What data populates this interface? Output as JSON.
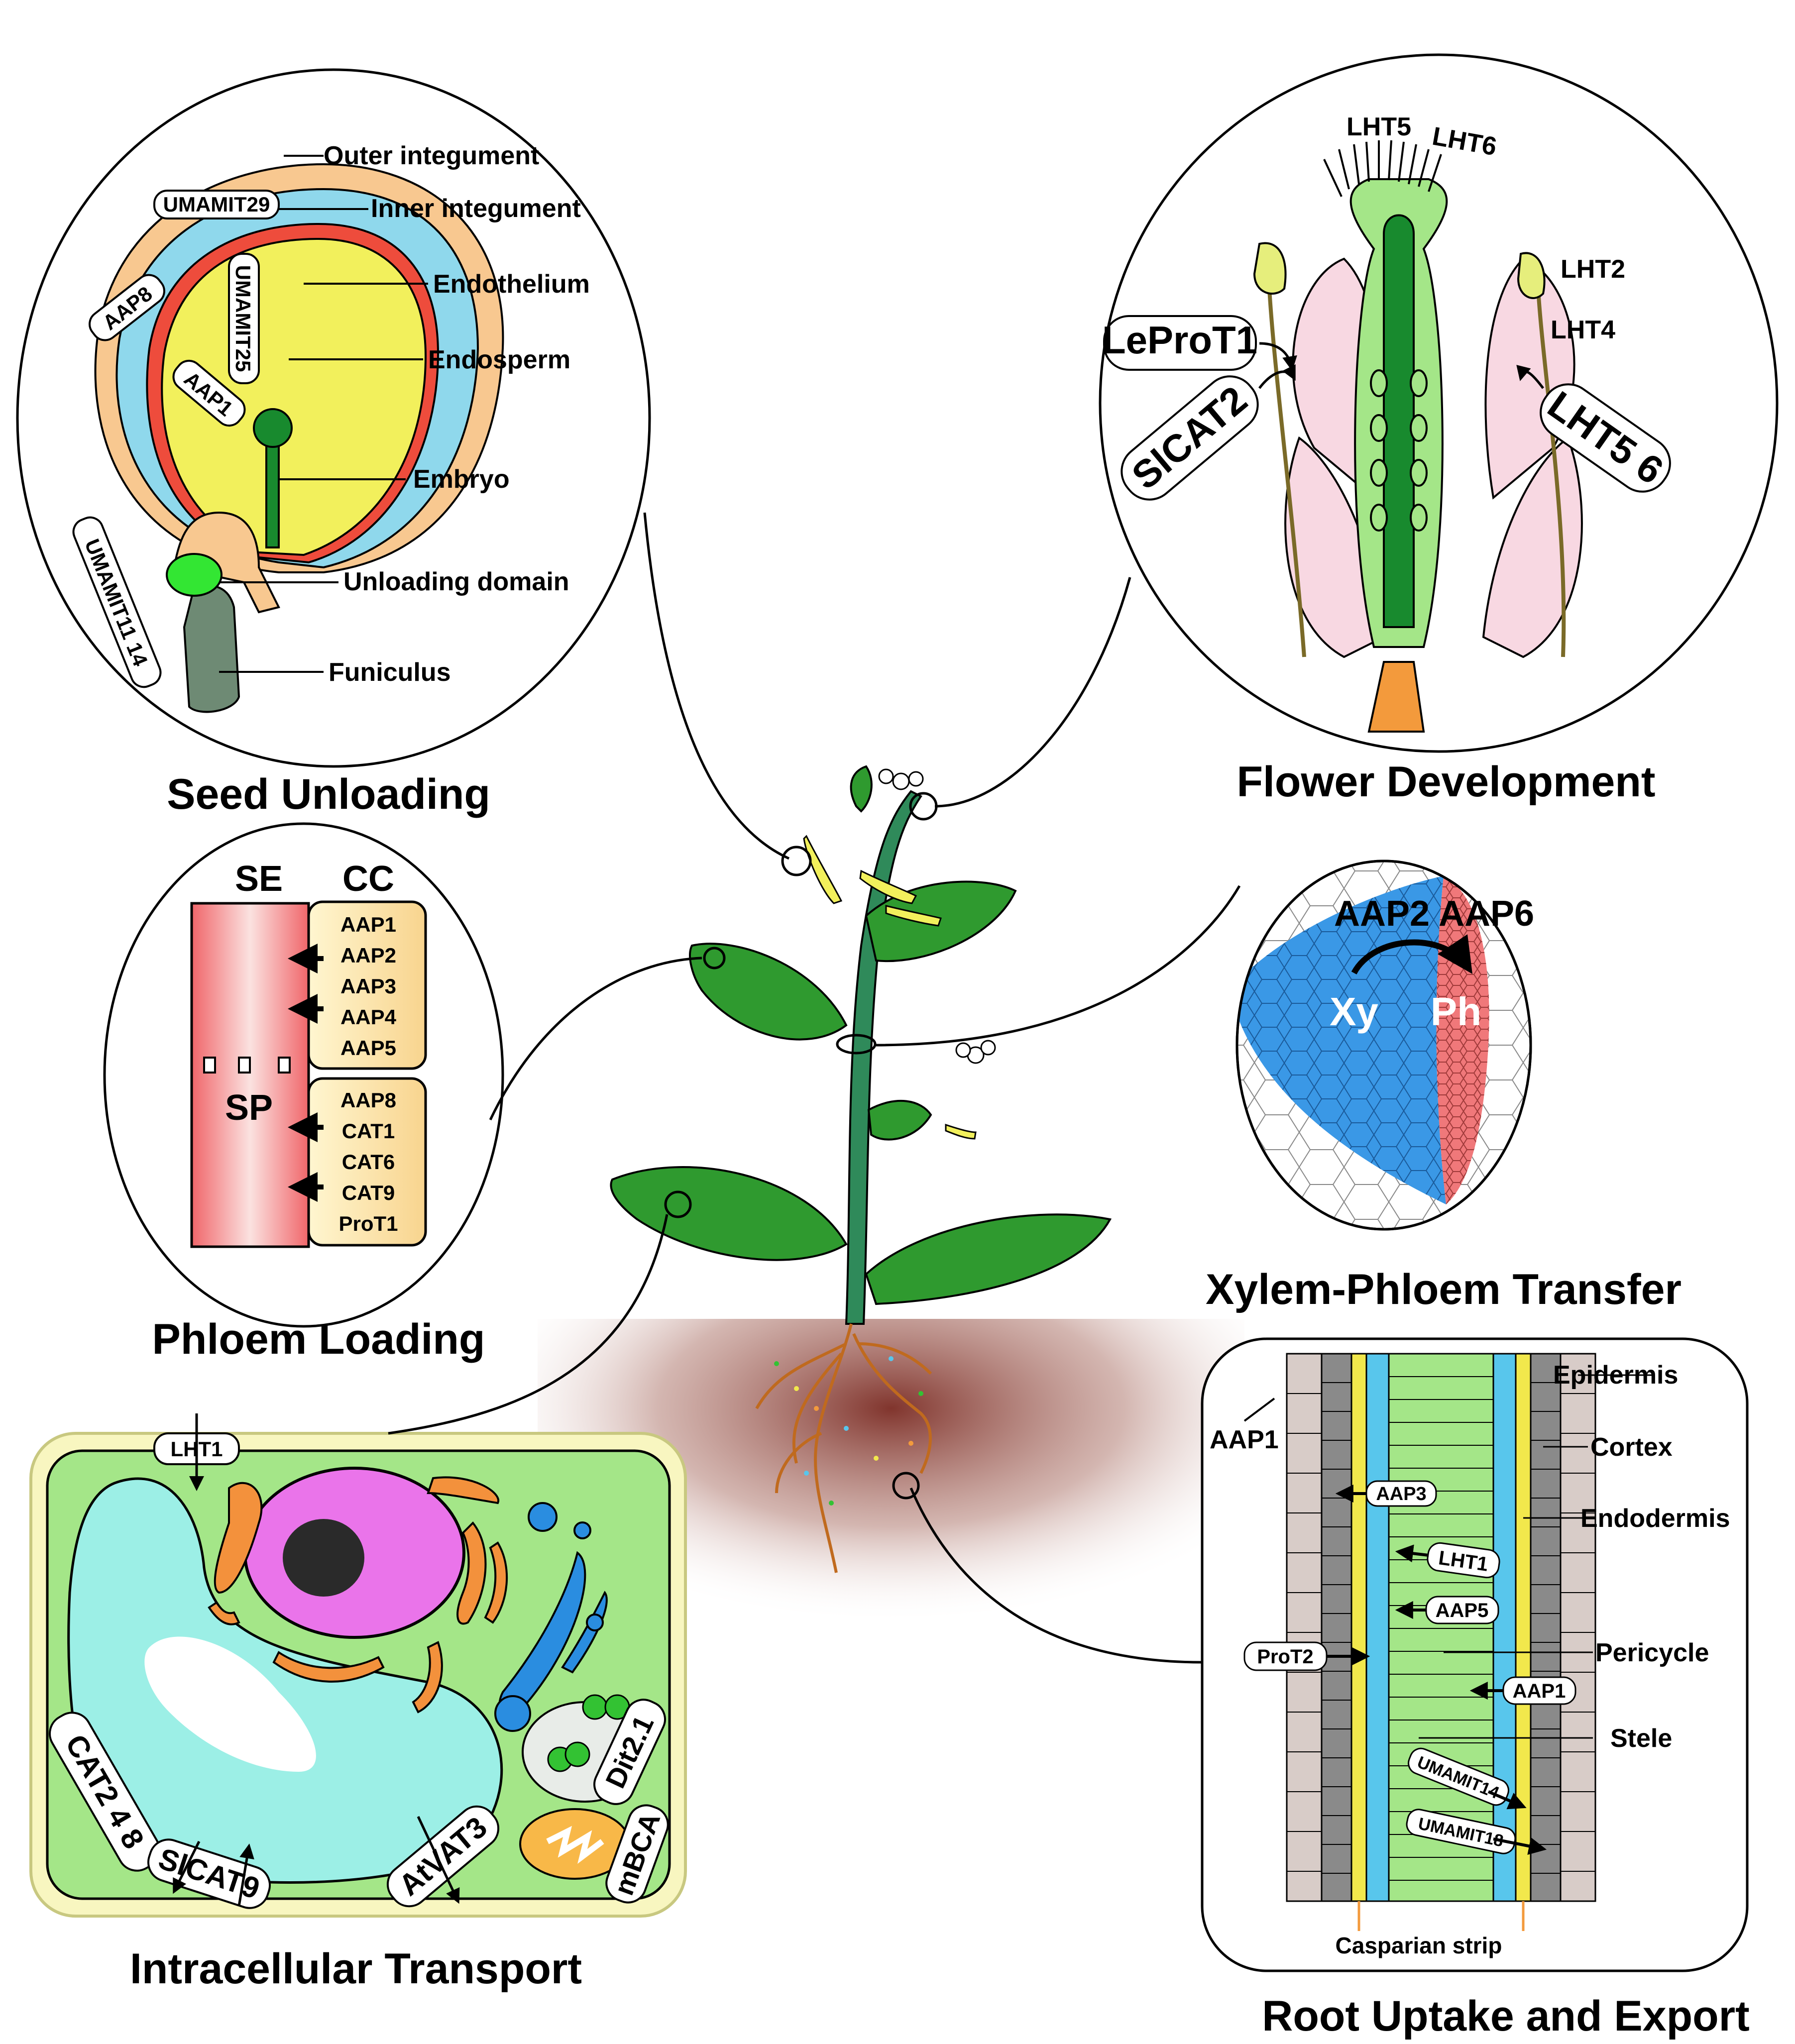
{
  "titles": {
    "seed": "Seed Unloading",
    "flower": "Flower Development",
    "phloem": "Phloem Loading",
    "xylem": "Xylem-Phloem Transfer",
    "intra": "Intracellular Transport",
    "root": "Root Uptake and Export"
  },
  "seed": {
    "outer": "Outer integument",
    "inner": "Inner integument",
    "endothelium": "Endothelium",
    "endosperm": "Endosperm",
    "embryo": "Embryo",
    "unloading": "Unloading domain",
    "funiculus": "Funiculus",
    "umamit29": "UMAMIT29",
    "aap8": "AAP8",
    "umamit25": "UMAMIT25",
    "aap1": "AAP1",
    "umamit11": "UMAMIT11 14"
  },
  "flower": {
    "lht5": "LHT5",
    "lht6": "LHT6",
    "lht2": "LHT2",
    "lht4": "LHT4",
    "leprot1": "LeProT1",
    "slcat2": "SlCAT2",
    "lht56": "LHT5 6"
  },
  "phloem": {
    "se": "SE",
    "cc": "CC",
    "sp": "SP",
    "group1": [
      "AAP1",
      "AAP2",
      "AAP3",
      "AAP4",
      "AAP5"
    ],
    "group2": [
      "AAP8",
      "CAT1",
      "CAT6",
      "CAT9",
      "ProT1"
    ]
  },
  "xylem": {
    "aap2": "AAP2",
    "aap6": "AAP6",
    "xy": "Xy",
    "ph": "Ph"
  },
  "intra": {
    "lht1": "LHT1",
    "cat248": "CAT2 4 8",
    "slcat9": "SlCAT9",
    "atvat3": "AtVAT3",
    "dit21": "Dit2.1",
    "mbca": "mBCA"
  },
  "root": {
    "epidermis": "Epidermis",
    "cortex": "Cortex",
    "endodermis": "Endodermis",
    "pericycle": "Pericycle",
    "stele": "Stele",
    "casparian": "Casparian strip",
    "aap1_top": "AAP1",
    "aap3": "AAP3",
    "lht1": "LHT1",
    "aap5": "AAP5",
    "prot2": "ProT2",
    "aap1": "AAP1",
    "umamit14": "UMAMIT14",
    "umamit18": "UMAMIT18"
  },
  "colors": {
    "leaf": "#2f9a2f",
    "integument_outer": "#f8c890",
    "integument_inner": "#8fd8ec",
    "endothelium": "#ee4c3c",
    "endosperm": "#f2f05c",
    "embryo": "#188a2e",
    "xylem": "#3a98e6",
    "phloem": "#f0787a",
    "cell": "#a4e688",
    "vacuole": "#9cefe6",
    "nucleus": "#ea74ea",
    "soil": "#8a3a2e"
  }
}
